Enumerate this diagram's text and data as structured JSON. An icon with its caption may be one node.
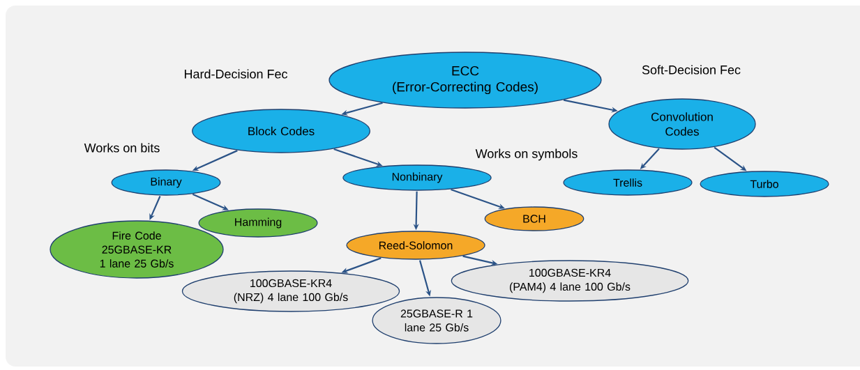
{
  "diagram": {
    "nodes": [
      {
        "text": [
          "ECC",
          "(Error-Correcting Codes)"
        ]
      },
      {
        "text": [
          "Block Codes"
        ]
      },
      {
        "text": [
          "Convolution Codes"
        ]
      },
      {
        "text": [
          "Binary"
        ]
      },
      {
        "text": [
          "Nonbinary"
        ]
      },
      {
        "text": [
          "Trellis"
        ]
      },
      {
        "text": [
          "Turbo"
        ]
      },
      {
        "text": [
          "Fire Code 25GBASE-KR 1 lane 25 Gb/s"
        ]
      },
      {
        "text": [
          "Hamming"
        ]
      },
      {
        "text": [
          "BCH"
        ]
      },
      {
        "text": [
          "Reed-Solomon"
        ]
      },
      {
        "text": [
          "100GBASE-KR4 (NRZ) 4 lane 100 Gb/s"
        ]
      },
      {
        "text": [
          "100GBASE-KR4 (PAM4) 4 lane 100 Gb/s"
        ]
      },
      {
        "text": [
          "25GBASE-R 1 lane 25 Gb/s"
        ]
      }
    ],
    "edges": [
      {
        "from": 0,
        "to": 1,
        "arrow": "to"
      },
      {
        "from": 0,
        "to": 2,
        "arrow": "to"
      },
      {
        "from": 1,
        "to": 3,
        "arrow": "to"
      },
      {
        "from": 1,
        "to": 4,
        "arrow": "to"
      },
      {
        "from": 2,
        "to": 5,
        "arrow": "to"
      },
      {
        "from": 2,
        "to": 6,
        "arrow": "to"
      },
      {
        "from": 3,
        "to": 7,
        "arrow": "to"
      },
      {
        "from": 3,
        "to": 8,
        "arrow": "to"
      },
      {
        "from": 4,
        "to": 10,
        "arrow": "to"
      },
      {
        "from": 4,
        "to": 9,
        "arrow": "to"
      },
      {
        "from": 10,
        "to": 11,
        "arrow": "to"
      },
      {
        "from": 10,
        "to": 13,
        "arrow": "to"
      },
      {
        "from": 10,
        "to": 12,
        "arrow": "to"
      }
    ],
    "labels": [
      "Hard-Decision Fec",
      "Soft-Decision Fec",
      "Works on bits",
      "Works on symbols"
    ]
  }
}
